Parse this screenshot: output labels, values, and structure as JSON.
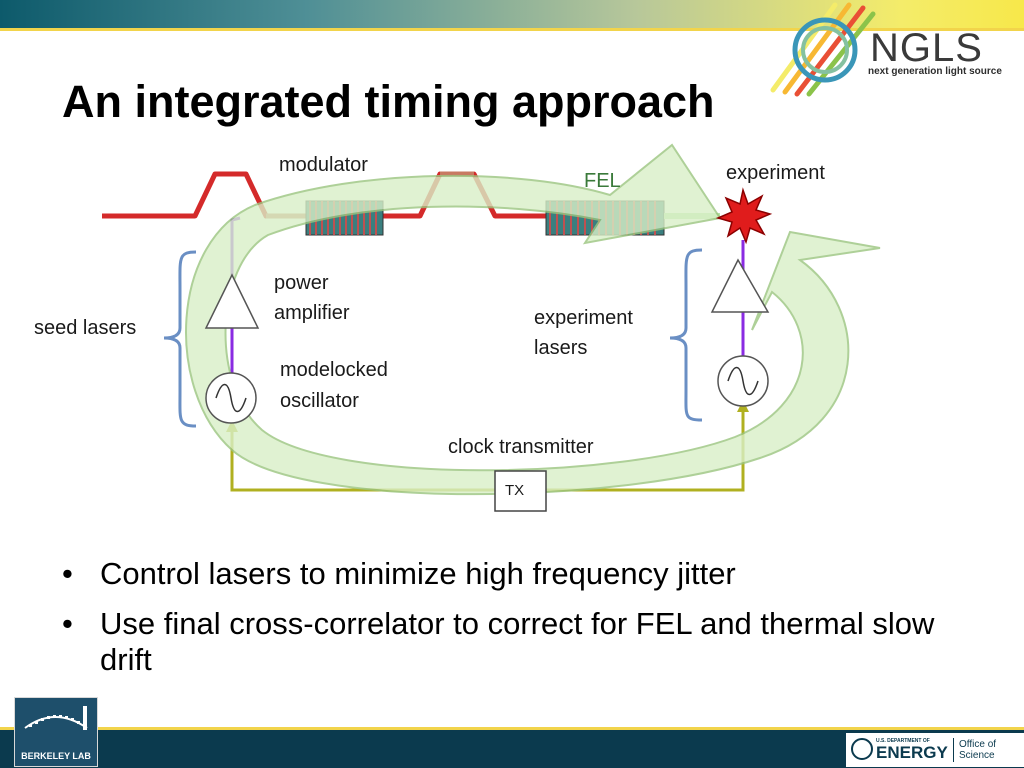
{
  "slide": {
    "title": "An integrated timing approach"
  },
  "logo": {
    "name": "NGLS",
    "tagline": "next generation light source"
  },
  "diagram": {
    "labels": {
      "modulator": "modulator",
      "fel": "FEL",
      "experiment": "experiment",
      "power_amplifier_1": "power",
      "power_amplifier_2": "amplifier",
      "seed_lasers": "seed lasers",
      "experiment_lasers_1": "experiment",
      "experiment_lasers_2": "lasers",
      "modelocked_1": "modelocked",
      "modelocked_2": "oscillator",
      "clock_transmitter": "clock transmitter",
      "tx": "TX"
    },
    "colors": {
      "beam": "#d42a2a",
      "loop_fill": "#d9f0c8",
      "loop_stroke": "#9bc57f",
      "fiber": "#8a2be2",
      "clock": "#b0b020",
      "bracket": "#6a8fc4"
    }
  },
  "bullets": [
    "Control lasers to minimize high frequency jitter",
    "Use final cross-correlator to correct for FEL and thermal slow drift"
  ],
  "footer": {
    "left_logo": "BERKELEY LAB",
    "doe_dept": "U.S. DEPARTMENT OF",
    "doe_name": "ENERGY",
    "doe_office": "Office of Science"
  }
}
